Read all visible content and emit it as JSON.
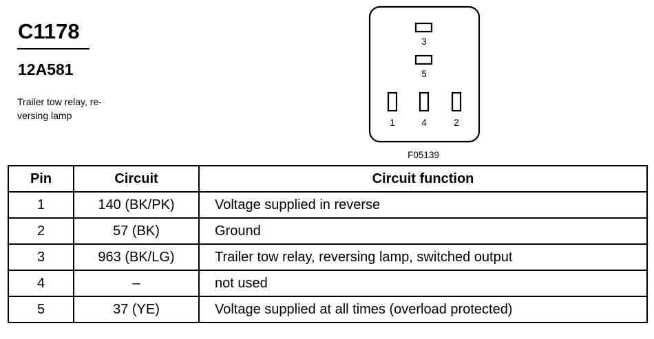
{
  "header": {
    "connector_code": "C1178",
    "part_number": "12A581",
    "description": "Trailer tow relay, re-\nversing lamp"
  },
  "diagram": {
    "figure_id": "F05139",
    "terminal_labels": [
      "3",
      "5",
      "1",
      "4",
      "2"
    ]
  },
  "table": {
    "headers": {
      "pin": "Pin",
      "circuit": "Circuit",
      "function": "Circuit function"
    },
    "rows": [
      {
        "pin": "1",
        "circuit": "140 (BK/PK)",
        "function": "Voltage supplied in reverse"
      },
      {
        "pin": "2",
        "circuit": "57 (BK)",
        "function": "Ground"
      },
      {
        "pin": "3",
        "circuit": "963 (BK/LG)",
        "function": "Trailer tow relay, reversing lamp, switched output"
      },
      {
        "pin": "4",
        "circuit": "–",
        "function": "not used"
      },
      {
        "pin": "5",
        "circuit": "37 (YE)",
        "function": "Voltage supplied at all times (overload protected)"
      }
    ]
  }
}
